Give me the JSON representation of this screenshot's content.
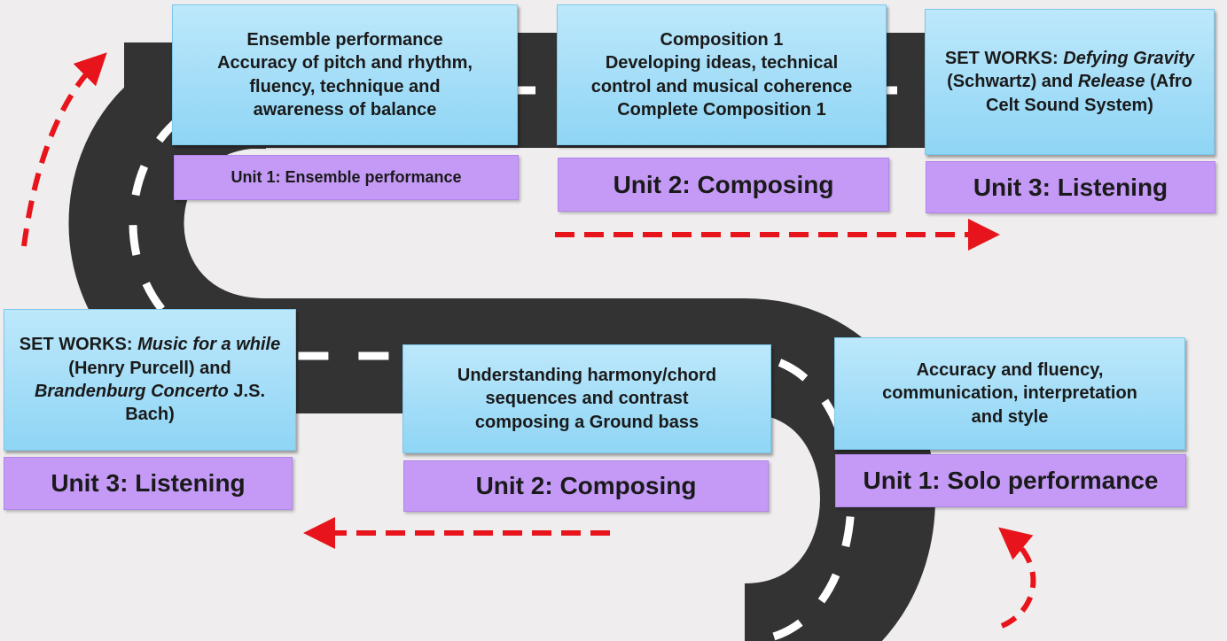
{
  "top_row": [
    {
      "card_lines": [
        "Ensemble performance",
        "Accuracy of pitch and rhythm,",
        "fluency, technique and",
        "awareness of balance"
      ],
      "unit_label": "Unit 1: Ensemble performance"
    },
    {
      "card_lines": [
        "Composition 1",
        "Developing ideas, technical",
        "control and musical coherence",
        "Complete Composition 1"
      ],
      "unit_label": "Unit 2: Composing"
    },
    {
      "card_parts": [
        {
          "text": "SET WORKS: ",
          "italic": false
        },
        {
          "text": "Defying Gravity",
          "italic": true
        },
        {
          "text": " (Schwartz) and ",
          "italic": false
        },
        {
          "text": "Release",
          "italic": true
        },
        {
          "text": " (Afro Celt Sound System)",
          "italic": false
        }
      ],
      "unit_label": "Unit 3: Listening"
    }
  ],
  "bottom_row": [
    {
      "card_parts": [
        {
          "text": "SET WORKS: ",
          "italic": false
        },
        {
          "text": "Music for a while",
          "italic": true
        },
        {
          "text": " (Henry Purcell) and ",
          "italic": false
        },
        {
          "text": "Brandenburg Concerto",
          "italic": true
        },
        {
          "text": " J.S. Bach)",
          "italic": false
        }
      ],
      "unit_label": "Unit 3: Listening"
    },
    {
      "card_lines": [
        "Understanding harmony/chord",
        "sequences and contrast",
        "composing a Ground bass"
      ],
      "unit_label": "Unit 2: Composing"
    },
    {
      "card_lines": [
        "Accuracy and fluency,",
        "communication, interpretation",
        "and style"
      ],
      "unit_label": "Unit 1: Solo performance"
    }
  ],
  "colors": {
    "road": "#333333",
    "road_marking": "#ffffff",
    "arrow": "#e8141b",
    "card": "#9fdcf8",
    "unit_label": "#c59af7",
    "background": "#efedee"
  },
  "icons": [
    "road-path",
    "direction-arrow"
  ]
}
